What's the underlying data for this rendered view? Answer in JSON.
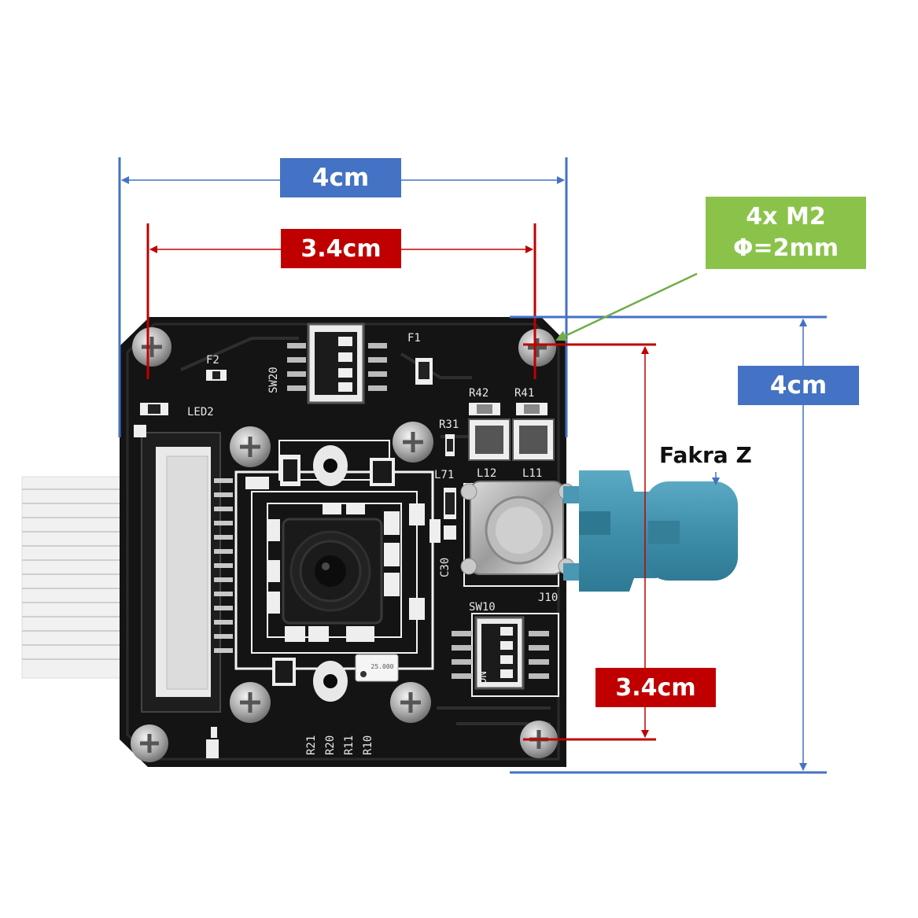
{
  "dimensions": {
    "outer_width": "4cm",
    "hole_spacing_horizontal": "3.4cm",
    "outer_height": "4cm",
    "hole_spacing_vertical": "3.4cm"
  },
  "mounting": {
    "line1": "4x M2",
    "line2": "Φ=2mm"
  },
  "connector": {
    "label": "Fakra Z"
  },
  "silkscreen": {
    "f2": "F2",
    "led2": "LED2",
    "sw20": "SW20",
    "f1": "F1",
    "r42": "R42",
    "r41": "R41",
    "r31": "R31",
    "l71": "L71",
    "l12": "L12",
    "l11": "L11",
    "c30": "C30",
    "sw10": "SW10",
    "j10": "J10",
    "on": "ON",
    "r21": "R21",
    "r20": "R20",
    "r11": "R11",
    "r10": "R10",
    "crystal": "25.000"
  },
  "colors": {
    "blue": "#4472c4",
    "red": "#c00000",
    "green": "#8bc34a",
    "board": "#141414"
  }
}
